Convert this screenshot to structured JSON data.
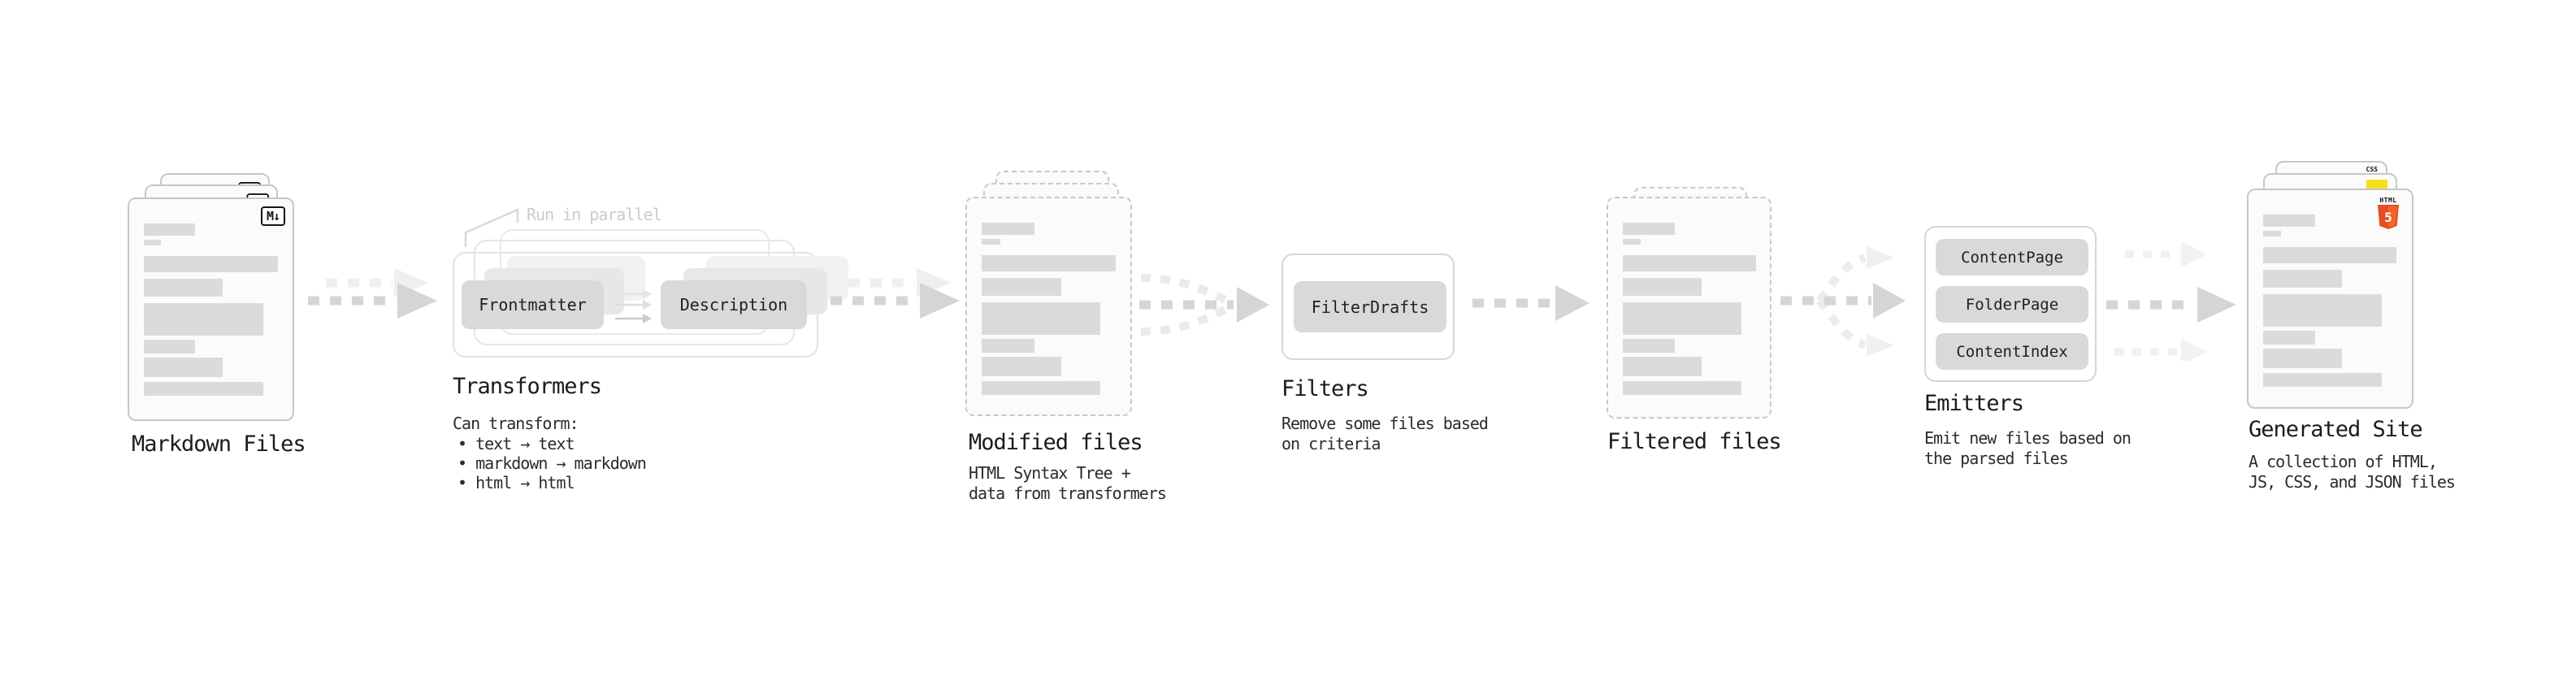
{
  "stages": {
    "markdown_files": {
      "label": "Markdown Files",
      "badge": "M↓"
    },
    "transformers": {
      "label": "Transformers",
      "note": "Run in parallel",
      "pill_a": "Frontmatter",
      "pill_b": "Description",
      "desc_title": "Can transform:",
      "bullets": [
        "• text → text",
        "• markdown → markdown",
        "• html → html"
      ]
    },
    "modified_files": {
      "label": "Modified files",
      "desc": [
        "HTML Syntax Tree +",
        "data from transformers"
      ]
    },
    "filters": {
      "label": "Filters",
      "pill": "FilterDrafts",
      "desc": [
        "Remove some files based",
        "on criteria"
      ]
    },
    "filtered_files": {
      "label": "Filtered files"
    },
    "emitters": {
      "label": "Emitters",
      "pills": [
        "ContentPage",
        "FolderPage",
        "ContentIndex"
      ],
      "desc": [
        "Emit new files based on",
        "the parsed files"
      ]
    },
    "generated_site": {
      "label": "Generated Site",
      "desc": [
        "A collection of HTML,",
        "JS, CSS, and JSON files"
      ],
      "badge_html": "HTML",
      "badge_html_number": "5",
      "badge_css": "CSS"
    }
  },
  "colors": {
    "arrow_dark": "#d5d5d5",
    "arrow_light": "#ededed",
    "pill_bg": "#d9d9d9",
    "bar": "#dbdbdb",
    "html5_orange": "#e44d26",
    "js_yellow": "#f7df1e",
    "css_blue": "#2965f1"
  }
}
